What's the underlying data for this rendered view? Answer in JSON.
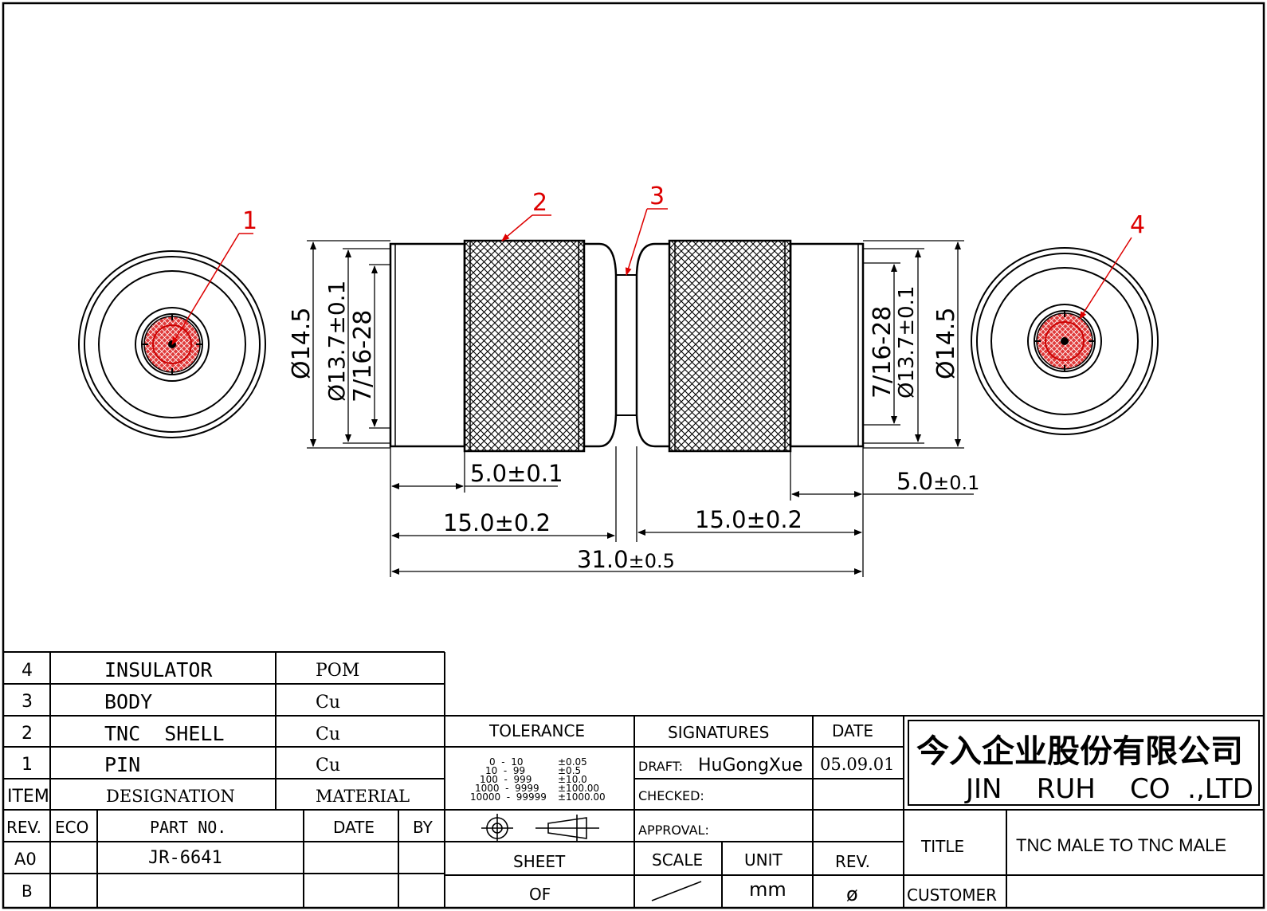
{
  "balloons": [
    "1",
    "2",
    "3",
    "4"
  ],
  "dims": {
    "dia_145": "Ø14.5",
    "dia_137": "Ø13.7±0.1",
    "thread": "7/16-28",
    "len_5_left": "5.0±0.1",
    "len_15_left": "15.0±0.2",
    "len_15_right": "15.0±0.2",
    "len_5_right_main": "5.0",
    "len_5_right_tol": "±0.1",
    "len_31_main": "31.0",
    "len_31_tol": "±0.5"
  },
  "bom": {
    "rows": [
      {
        "item": "4",
        "designation": "INSULATOR",
        "material": "POM"
      },
      {
        "item": "3",
        "designation": "BODY",
        "material": "Cu"
      },
      {
        "item": "2",
        "designation": "TNC  SHELL",
        "material": "Cu"
      },
      {
        "item": "1",
        "designation": "PIN",
        "material": "Cu"
      }
    ],
    "header": {
      "item": "ITEM",
      "designation": "DESIGNATION",
      "material": "MATERIAL"
    }
  },
  "rev_table": {
    "header": {
      "rev": "REV.",
      "eco": "ECO",
      "part_no": "PART NO.",
      "date": "DATE",
      "by": "BY"
    },
    "rows": [
      {
        "rev": "A0",
        "part_no": "JR-6641"
      },
      {
        "rev": "B",
        "part_no": ""
      }
    ]
  },
  "tolerance": {
    "title": "TOLERANCE",
    "ranges": [
      "0  -  10",
      "10  -  99",
      "100  -  999",
      "1000  -  9999",
      "10000  -  99999"
    ],
    "values": [
      "±0.05",
      "±0.5",
      "±10.0",
      "±100.00",
      "±1000.00"
    ]
  },
  "signatures": {
    "title": "SIGNATURES",
    "date_header": "DATE",
    "draft_label": "DRAFT:",
    "draft_name": "HuGongXue",
    "draft_date": "05.09.01",
    "checked_label": "CHECKED:",
    "approval_label": "APPROVAL:"
  },
  "sheet": {
    "sheet_label": "SHEET",
    "of_label": "OF"
  },
  "scale": {
    "scale_label": "SCALE",
    "unit_label": "UNIT",
    "unit_value": "mm",
    "rev_label": "REV.",
    "rev_value": "ø"
  },
  "company": {
    "name_cn": "今入企业股份有限公司",
    "name_en": "JIN    RUH    CO  .,LTD"
  },
  "title_block": {
    "title_label": "TITLE",
    "title_value": "TNC MALE TO TNC MALE",
    "customer_label": "CUSTOMER"
  }
}
